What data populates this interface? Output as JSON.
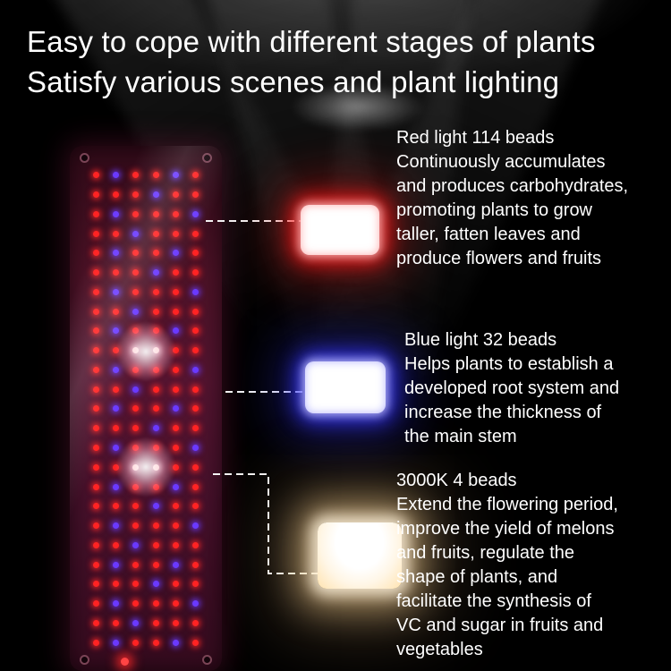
{
  "heading": {
    "line1": "Easy to cope with different stages of plants",
    "line2": "Satisfy various scenes and plant lighting"
  },
  "callouts": [
    {
      "id": "red",
      "title": "Red light 114 beads",
      "body": "Continuously accumulates\nand produces carbohydrates,\npromoting plants to grow\ntaller, fatten leaves and\nproduce flowers and fruits",
      "accent": "#ff2222"
    },
    {
      "id": "blue",
      "title": "Blue light 32 beads",
      "body": "Helps plants to establish a\ndeveloped root system and\nincrease the thickness of\nthe main stem",
      "accent": "#3b3bff"
    },
    {
      "id": "warm",
      "title": "3000K 4 beads",
      "body": "Extend the flowering period,\nimprove the yield of melons\nand fruits, regulate the\nshape of plants, and\nfacilitate the synthesis of\nVC and sugar in fruits and\nvegetables",
      "accent": "#ffd79a"
    }
  ],
  "panel": {
    "led_columns": 6,
    "pattern": [
      "RBRRBR",
      "RRRBRR",
      "RBRRRB",
      "RRBRRR",
      "RBRRBR",
      "RRRBRR",
      "RBRRRB",
      "RRBRRR",
      "RBRRBR",
      "RRWWRR",
      "RBRRRB",
      "RRBRRR",
      "RBRRBR",
      "RRRBRR",
      "RBRRRB",
      "RRWWRR",
      "RBRRBR",
      "RRRBRR",
      "RBRRRB",
      "RRBRRR",
      "RBRRBR",
      "RRRBRR",
      "RBRRRB",
      "RRBRRR",
      "RBRRBR"
    ],
    "bead_styles": {
      "R": {
        "core": "#ff2323",
        "glow": "rgba(255,40,40,0.85)"
      },
      "B": {
        "core": "#6a39ff",
        "glow": "rgba(105,60,255,0.85)"
      },
      "W": {
        "core": "#fff6e8",
        "glow": "rgba(255,205,225,0.9)"
      }
    }
  }
}
